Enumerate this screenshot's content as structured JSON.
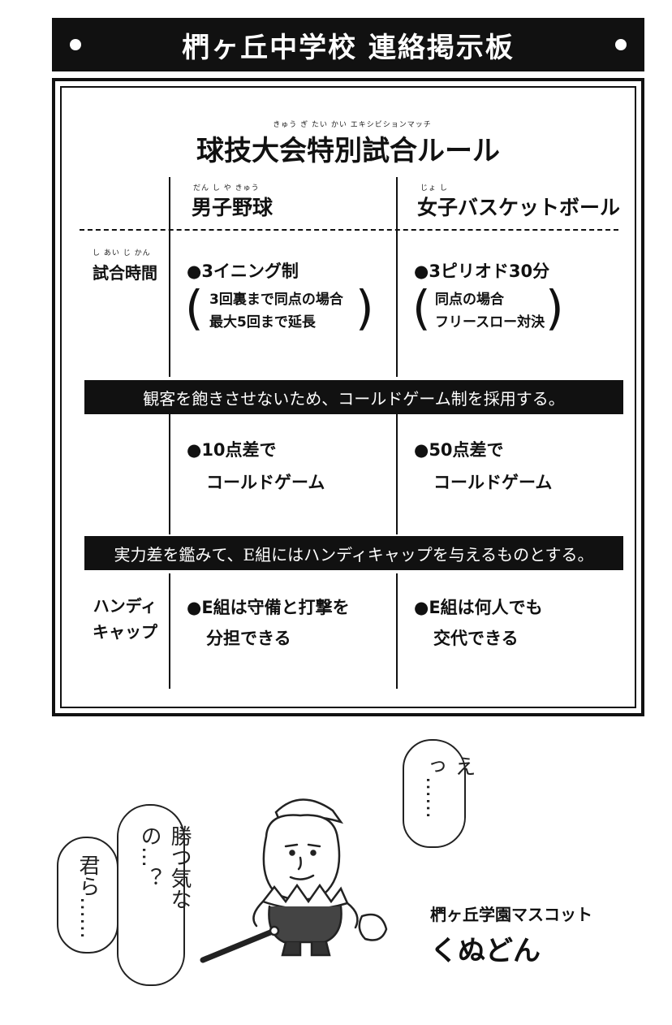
{
  "header": {
    "title": "椚ヶ丘中学校 連絡掲示板"
  },
  "board": {
    "title": "球技大会特別試合ルール",
    "title_ruby": "きゅう ぎ たい かい エキシビションマッチ",
    "columns": [
      {
        "label": "男子野球",
        "ruby": "だん し や きゅう"
      },
      {
        "label": "女子バスケットボール",
        "ruby": "じょ し"
      }
    ],
    "rows": {
      "time": {
        "label": "試合時間",
        "ruby": "し あい じ かん",
        "boys": {
          "main": "●3イニング制",
          "note1": "3回裏まで同点の場合",
          "note2": "最大5回まで延長"
        },
        "girls": {
          "main": "●3ピリオド30分",
          "note1": "同点の場合",
          "note2": "フリースロー対決"
        }
      },
      "called": {
        "banner": "観客を飽きさせないため、コールドゲーム制を採用する。",
        "boys": {
          "line1": "●10点差で",
          "line2": "コールドゲーム"
        },
        "girls": {
          "line1": "●50点差で",
          "line2": "コールドゲーム"
        }
      },
      "handicap": {
        "banner": "実力差を鑑みて、E組にはハンディキャップを与えるものとする。",
        "label_line1": "ハンディ",
        "label_line2": "キャップ",
        "boys": {
          "line1": "●E組は守備と打撃を",
          "line2": "分担できる"
        },
        "girls": {
          "line1": "●E組は何人でも",
          "line2": "交代できる"
        }
      }
    }
  },
  "mascot": {
    "caption_sub": "椚ヶ丘学園マスコット",
    "caption_name": "くぬどん",
    "bubble_right": "えっ……",
    "bubble_left_1": "勝つ気なの…？",
    "bubble_left_2": "君ら……"
  }
}
